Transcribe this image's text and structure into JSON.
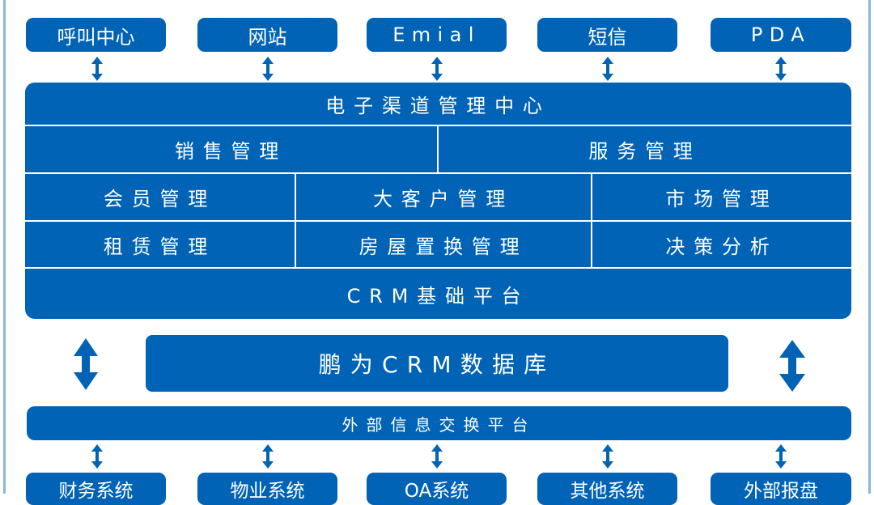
{
  "channels": [
    "呼叫中心",
    "网站",
    "Emial",
    "短信",
    "PDA"
  ],
  "center": {
    "title": "电子渠道管理中心",
    "row1": [
      "销售管理",
      "服务管理"
    ],
    "row2": [
      "会员管理",
      "大客户管理",
      "市场管理"
    ],
    "row3": [
      "租赁管理",
      "房屋置换管理",
      "决策分析"
    ],
    "platform": "CRM基础平台"
  },
  "database": "鹏为CRM数据库",
  "exchange": "外部信息交换平台",
  "systems": [
    "财务系统",
    "物业系统",
    "OA系统",
    "其他系统",
    "外部报盘"
  ],
  "colors": {
    "box": "#0063b6",
    "text": "#ffffff",
    "arrow": "#0063b6"
  }
}
